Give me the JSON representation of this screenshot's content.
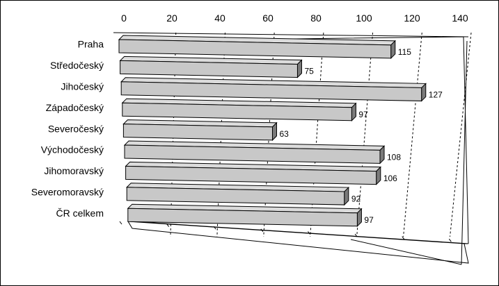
{
  "chart_data": {
    "type": "bar",
    "orientation": "horizontal",
    "three_d": true,
    "title": "",
    "xlabel": "",
    "ylabel": "",
    "xlim": [
      0,
      140
    ],
    "ticks": [
      "0",
      "20",
      "40",
      "60",
      "80",
      "100",
      "120",
      "140"
    ],
    "grid": "vertical dashed",
    "categories": [
      "Praha",
      "Středočeský",
      "Jihočeský",
      "Západočeský",
      "Severočeský",
      "Východočeský",
      "Jihomoravský",
      "Severomoravský",
      "ČR celkem"
    ],
    "values": [
      115,
      75,
      127,
      97,
      63,
      108,
      106,
      92,
      97
    ],
    "value_labels": [
      "115",
      "75",
      "127",
      "97",
      "63",
      "108",
      "106",
      "92",
      "97"
    ],
    "colors": {
      "bar_front": "#c8c8c8",
      "bar_top": "#dcdcdc",
      "bar_side": "#7a7a7a",
      "outline": "#000000"
    }
  }
}
